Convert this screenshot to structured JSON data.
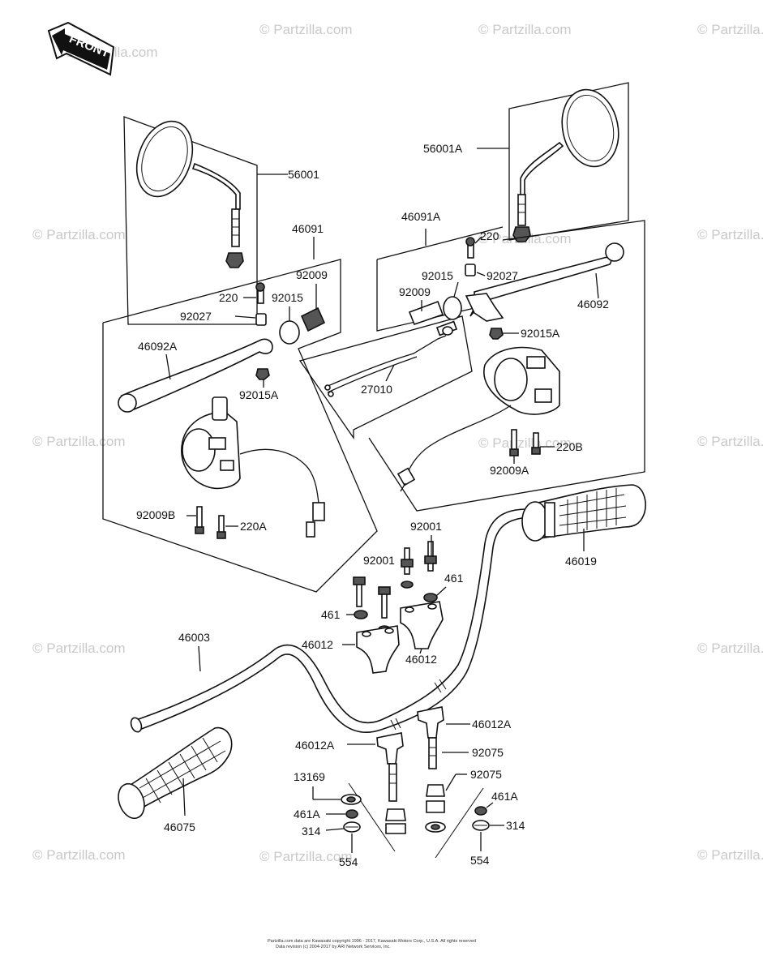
{
  "front_label": "FRONT",
  "watermark": "© Partzilla.com",
  "copyright_line1": "Partzilla.com data are Kawasaki copyright 1996 - 2017, Kawasaki Motors Corp., U.S.A. All rights reserved",
  "copyright_line2": "Data revision (c) 2004-2017 by ARI Network Services, Inc.",
  "parts": {
    "p56001": "56001",
    "p56001A": "56001A",
    "p46091": "46091",
    "p46091A": "46091A",
    "p92009_l": "92009",
    "p220_l": "220",
    "p92015_l": "92015",
    "p92027_l": "92027",
    "p46092A": "46092A",
    "p92015A_l": "92015A",
    "p92009B": "92009B",
    "p220A": "220A",
    "p220_r": "220",
    "p92015_r": "92015",
    "p92027_r": "92027",
    "p92009_r": "92009",
    "p46092": "46092",
    "p92015A_r": "92015A",
    "p27010": "27010",
    "p220B": "220B",
    "p92009A": "92009A",
    "p92001_r": "92001",
    "p92001_l": "92001",
    "p461_r": "461",
    "p461_l": "461",
    "p46019": "46019",
    "p46003": "46003",
    "p46012_l": "46012",
    "p46012_r": "46012",
    "p46012A_r": "46012A",
    "p46012A_l": "46012A",
    "p92075_a": "92075",
    "p92075_b": "92075",
    "p13169": "13169",
    "p461A_l": "461A",
    "p461A_r": "461A",
    "p314_l": "314",
    "p314_r": "314",
    "p554_l": "554",
    "p554_r": "554",
    "p46075": "46075"
  }
}
